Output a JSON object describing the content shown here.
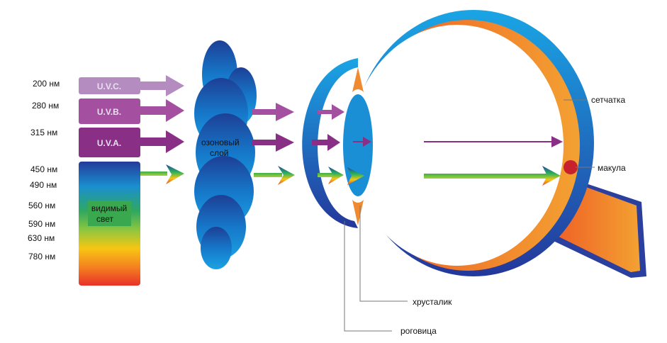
{
  "wavelengths": [
    "200 нм",
    "280 нм",
    "315 нм",
    "450 нм",
    "490 нм",
    "560 нм",
    "590 нм",
    "630 нм",
    "780 нм"
  ],
  "bands": {
    "uvc": "U.V.C.",
    "uvb": "U.V.B.",
    "uva": "U.V.A."
  },
  "visible_light": {
    "line1": "видимый",
    "line2": "свет"
  },
  "ozone": {
    "line1": "озоновый",
    "line2": "слой"
  },
  "eye_labels": {
    "retina": "сетчатка",
    "macula": "макула",
    "lens": "хрусталик",
    "cornea": "роговица"
  },
  "colors": {
    "uvc": "#b58cc0",
    "uvb": "#a44fa0",
    "uva": "#8a2f86",
    "eye_outer": "#1a9fe0",
    "retina": "#f08a30",
    "macula": "#c8202c"
  }
}
